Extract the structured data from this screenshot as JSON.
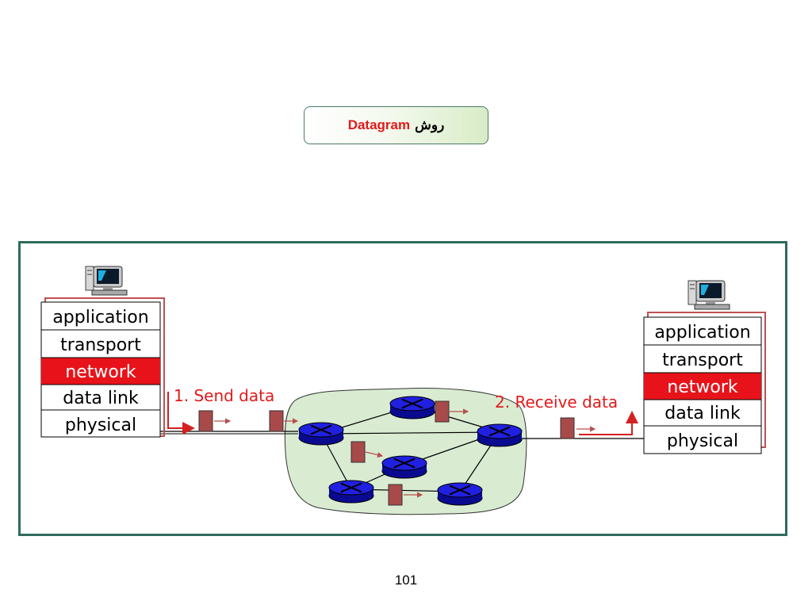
{
  "title": {
    "main": "Datagram",
    "suffix": "روش"
  },
  "sender": {
    "layers": [
      "application",
      "transport",
      "network",
      "data link",
      "physical"
    ]
  },
  "receiver": {
    "layers": [
      "application",
      "transport",
      "network",
      "data link",
      "physical"
    ]
  },
  "labels": {
    "send": "1. Send data",
    "receive": "2. Receive data"
  },
  "page_number": "101",
  "colors": {
    "accent": "#e21a1a",
    "frame": "#2f6b5e",
    "router": "#1010c8",
    "packet": "#a84a4a",
    "cloud": "#d9ecd2",
    "highlight_layer": "#e8131a"
  },
  "icons": [
    "computer-icon",
    "router-icon",
    "packet-icon"
  ]
}
